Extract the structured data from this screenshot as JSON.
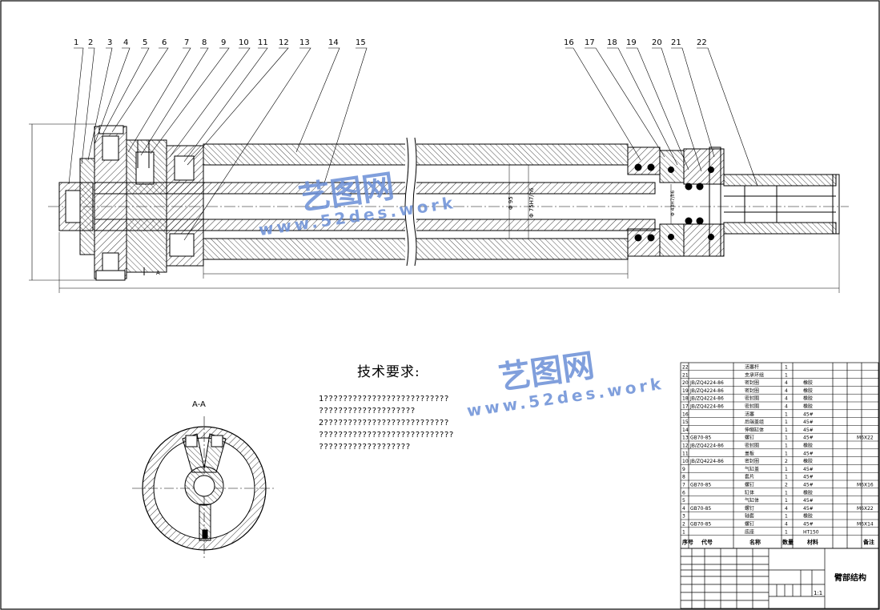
{
  "part_numbers": [
    "1",
    "2",
    "3",
    "4",
    "5",
    "6",
    "7",
    "8",
    "9",
    "10",
    "11",
    "12",
    "13",
    "14",
    "15",
    "16",
    "17",
    "18",
    "19",
    "20",
    "21",
    "22"
  ],
  "section_label": "A-A",
  "section_marker": "A",
  "dimensions": {
    "bore_diameter": "Φ 95",
    "fit_diameter": "Φ 75H7/h6",
    "fit_diameter_2": "Φ 43H7/h6"
  },
  "tech_requirements": {
    "title": "技术要求:",
    "lines": [
      "1??????????????????????????",
      "  ????????????????????",
      "2??????????????????????????",
      "  ????????????????????????????",
      "  ???????????????????"
    ]
  },
  "watermarks": [
    {
      "cn": "艺图网",
      "en": "www.52des.work"
    },
    {
      "cn": "艺图网",
      "en": "www.52des.work"
    }
  ],
  "bom": {
    "rows": [
      {
        "no": "22",
        "code": "",
        "name": "活塞杆",
        "qty": "1",
        "mat": "",
        "note": ""
      },
      {
        "no": "21",
        "code": "",
        "name": "支承环组",
        "qty": "1",
        "mat": "",
        "note": ""
      },
      {
        "no": "20",
        "code": "JB/ZQ4224-86",
        "name": "密封圈",
        "qty": "4",
        "mat": "橡胶",
        "note": ""
      },
      {
        "no": "19",
        "code": "JB/ZQ4224-86",
        "name": "密封圈",
        "qty": "4",
        "mat": "橡胶",
        "note": ""
      },
      {
        "no": "18",
        "code": "JB/ZQ4224-86",
        "name": "密封圈",
        "qty": "4",
        "mat": "橡胶",
        "note": ""
      },
      {
        "no": "17",
        "code": "JB/ZQ4224-86",
        "name": "密封圈",
        "qty": "4",
        "mat": "橡胶",
        "note": ""
      },
      {
        "no": "16",
        "code": "",
        "name": "活塞",
        "qty": "1",
        "mat": "45#",
        "note": ""
      },
      {
        "no": "15",
        "code": "",
        "name": "后端盖组",
        "qty": "1",
        "mat": "45#",
        "note": ""
      },
      {
        "no": "14",
        "code": "",
        "name": "伸缩缸体",
        "qty": "1",
        "mat": "45#",
        "note": ""
      },
      {
        "no": "13",
        "code": "GB70-85",
        "name": "螺钉",
        "qty": "1",
        "mat": "45#",
        "note": "M6X22"
      },
      {
        "no": "12",
        "code": "JB/ZQ4224-86",
        "name": "密封圈",
        "qty": "1",
        "mat": "橡胶",
        "note": ""
      },
      {
        "no": "11",
        "code": "",
        "name": "盖板",
        "qty": "1",
        "mat": "45#",
        "note": ""
      },
      {
        "no": "10",
        "code": "JB/ZQ4224-86",
        "name": "密封圈",
        "qty": "2",
        "mat": "橡胶",
        "note": ""
      },
      {
        "no": "9",
        "code": "",
        "name": "气缸盖",
        "qty": "1",
        "mat": "45#",
        "note": ""
      },
      {
        "no": "8",
        "code": "",
        "name": "套片",
        "qty": "1",
        "mat": "45#",
        "note": ""
      },
      {
        "no": "7",
        "code": "GB70-85",
        "name": "螺钉",
        "qty": "2",
        "mat": "45#",
        "note": "M6X16"
      },
      {
        "no": "6",
        "code": "",
        "name": "缸体",
        "qty": "1",
        "mat": "橡胶",
        "note": ""
      },
      {
        "no": "5",
        "code": "",
        "name": "气缸体",
        "qty": "1",
        "mat": "45#",
        "note": ""
      },
      {
        "no": "4",
        "code": "GB70-85",
        "name": "螺钉",
        "qty": "4",
        "mat": "45#",
        "note": "M6X22"
      },
      {
        "no": "3",
        "code": "",
        "name": "轴套",
        "qty": "1",
        "mat": "橡胶",
        "note": ""
      },
      {
        "no": "2",
        "code": "GB70-85",
        "name": "螺钉",
        "qty": "4",
        "mat": "45#",
        "note": "M6X14"
      },
      {
        "no": "1",
        "code": "",
        "name": "底座",
        "qty": "1",
        "mat": "HT150",
        "note": ""
      }
    ],
    "header": {
      "no": "序号",
      "code": "代号",
      "name": "名称",
      "qty": "数量",
      "mat": "材料",
      "note": "备注"
    }
  },
  "title_block": {
    "drawing_title": "臂部结构",
    "scale": "1:1"
  }
}
